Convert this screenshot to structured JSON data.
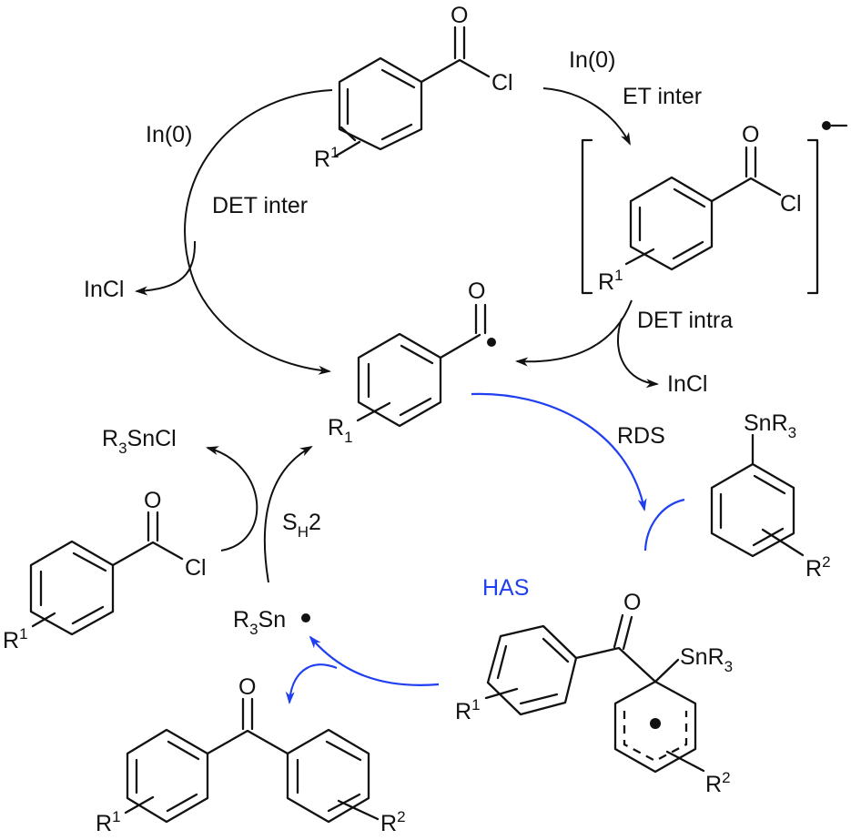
{
  "title": "Proposed mechanism: In(0)-mediated Stille-type acylation of aryl stannanes with acyl chlorides",
  "colors": {
    "ink": "#111111",
    "highlight": "#1f3ff0",
    "background": "#ffffff"
  },
  "species": {
    "acyl_chloride_top": {
      "o": "O",
      "cl": "Cl",
      "r": "R",
      "r_sup": "1"
    },
    "radical_anion": {
      "o": "O",
      "cl": "Cl",
      "r": "R",
      "r_sup": "1",
      "charge": "•−"
    },
    "acyl_radical": {
      "o": "O",
      "r": "R",
      "r_sub": "1"
    },
    "aryl_stannane": {
      "sn": "SnR",
      "sn_sub": "3",
      "r": "R",
      "r_sup": "2"
    },
    "has_intermediate": {
      "o": "O",
      "sn": "SnR",
      "sn_sub": "3",
      "r1": "R",
      "r1_sup": "1",
      "r2": "R",
      "r2_sup": "2"
    },
    "product_ketone": {
      "o": "O",
      "r1": "R",
      "r1_sup": "1",
      "r2": "R",
      "r2_sup": "2"
    },
    "acyl_chloride_left": {
      "o": "O",
      "cl": "Cl",
      "r": "R",
      "r_sup": "1"
    },
    "stannyl_radical": {
      "text": "R",
      "sub": "3",
      "text2": "Sn"
    },
    "stannyl_chloride": {
      "text": "R",
      "sub": "3",
      "text2": "SnCl"
    }
  },
  "labels": {
    "in0_left": "In(0)",
    "det_inter": "DET inter",
    "incl_left": "InCl",
    "in0_right": "In(0)",
    "et_inter": "ET inter",
    "det_intra": "DET intra",
    "incl_right": "InCl",
    "rds": "RDS",
    "has": "HAS",
    "sh2_s": "S",
    "sh2_sub": "H",
    "sh2_2": "2"
  }
}
